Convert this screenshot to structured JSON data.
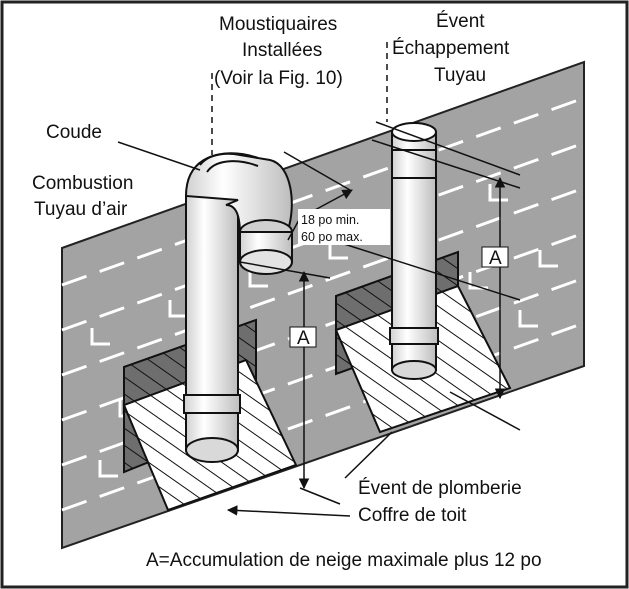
{
  "labels": {
    "mosquito_1": "Moustiquaires",
    "mosquito_2": "Installées",
    "mosquito_3": "(Voir la Fig. 10)",
    "vent_1": "Évent",
    "vent_2": "Échappement",
    "vent_3": "Tuyau",
    "elbow": "Coude",
    "combustion_1": "Combustion",
    "combustion_2": "Tuyau d’air",
    "min_dist": "18 po min.",
    "max_dist": "60 po max.",
    "dim_a_left": "A",
    "dim_a_right": "A",
    "plumbing_vent": "Évent de plomberie",
    "roof_box": "Coffre de toit",
    "caption": "A=Accumulation de neige maximale plus 12 po"
  },
  "colors": {
    "roof": "#a3a3a3",
    "roof_dark": "#7c7c7c",
    "pipe": "#f2f2f2",
    "outline": "#111111",
    "frame": "#222222"
  }
}
